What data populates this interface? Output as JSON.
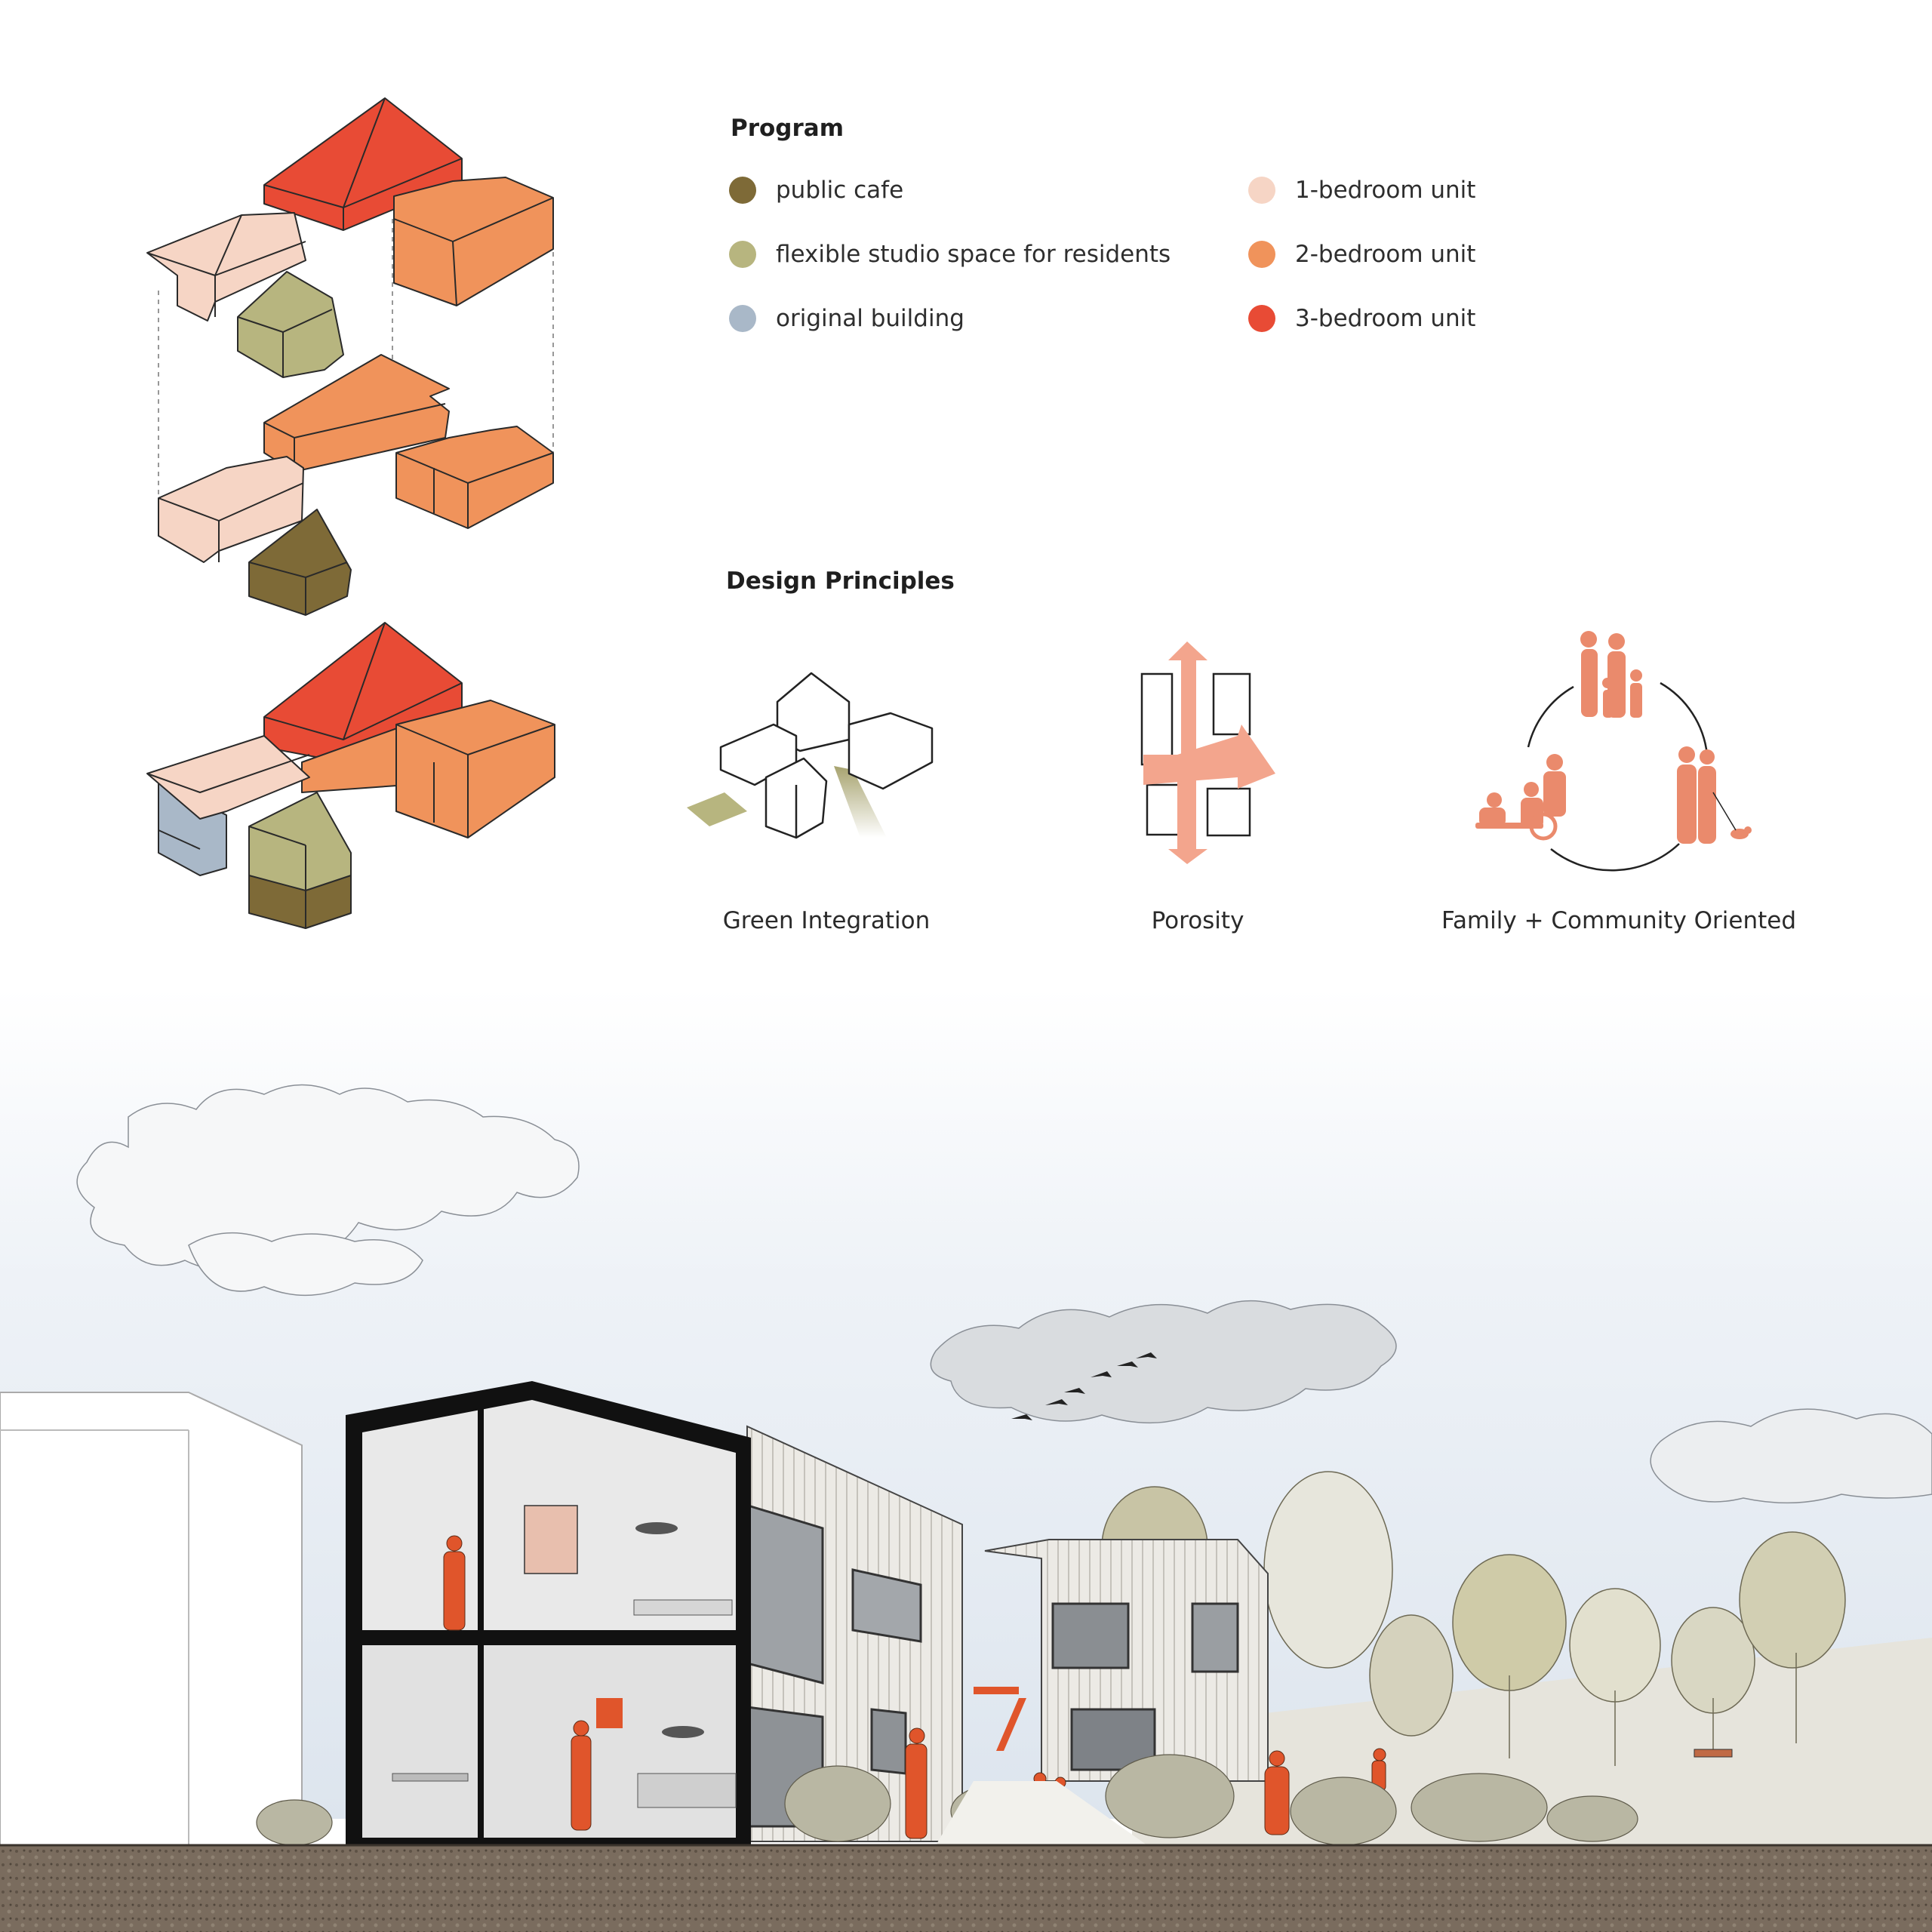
{
  "program": {
    "title": "Program",
    "items": [
      {
        "label": "public cafe",
        "color": "#7e6a37"
      },
      {
        "label": "flexible studio space for residents",
        "color": "#b7b57f"
      },
      {
        "label": "original building",
        "color": "#a9b8c8"
      },
      {
        "label": "1-bedroom unit",
        "color": "#f6d5c5"
      },
      {
        "label": "2-bedroom unit",
        "color": "#f0935b"
      },
      {
        "label": "3-bedroom unit",
        "color": "#e84b35"
      }
    ]
  },
  "design_principles": {
    "title": "Design Principles",
    "items": [
      {
        "label": "Green Integration",
        "icon": "green-integration-icon"
      },
      {
        "label": "Porosity",
        "icon": "porosity-arrows-icon"
      },
      {
        "label": "Family + Community Oriented",
        "icon": "family-community-icon"
      }
    ]
  },
  "colors": {
    "accent_figures": "#e0552b",
    "principle_pink": "#f3a58d",
    "family_figures": "#ea8a6c",
    "ground": "#7a6c5e",
    "sky_top": "#ffffff",
    "sky_bottom": "#dfe6ef"
  }
}
